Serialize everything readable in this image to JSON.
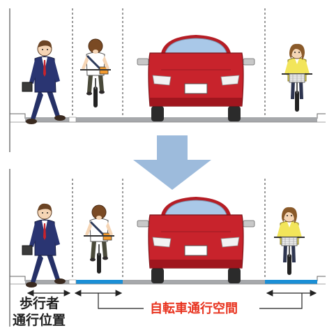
{
  "labels": {
    "pedestrian_zone_line1": "歩行者",
    "pedestrian_zone_line2": "通行位置",
    "bicycle_space": "自転車通行空間"
  },
  "colors": {
    "road": "#a6a8ab",
    "bike_lane": "#1b8fd6",
    "arrow": "#9dbbdc",
    "bicycle_label": "#e8321e",
    "car_body": "#c8232c",
    "suit": "#2a3572",
    "cyclist_shirt": "#ffffff",
    "cyclist_woman_shirt": "#f2e55a"
  },
  "panels": [
    {
      "name": "before",
      "bike_lane_marking": false
    },
    {
      "name": "after",
      "bike_lane_marking": true
    }
  ]
}
